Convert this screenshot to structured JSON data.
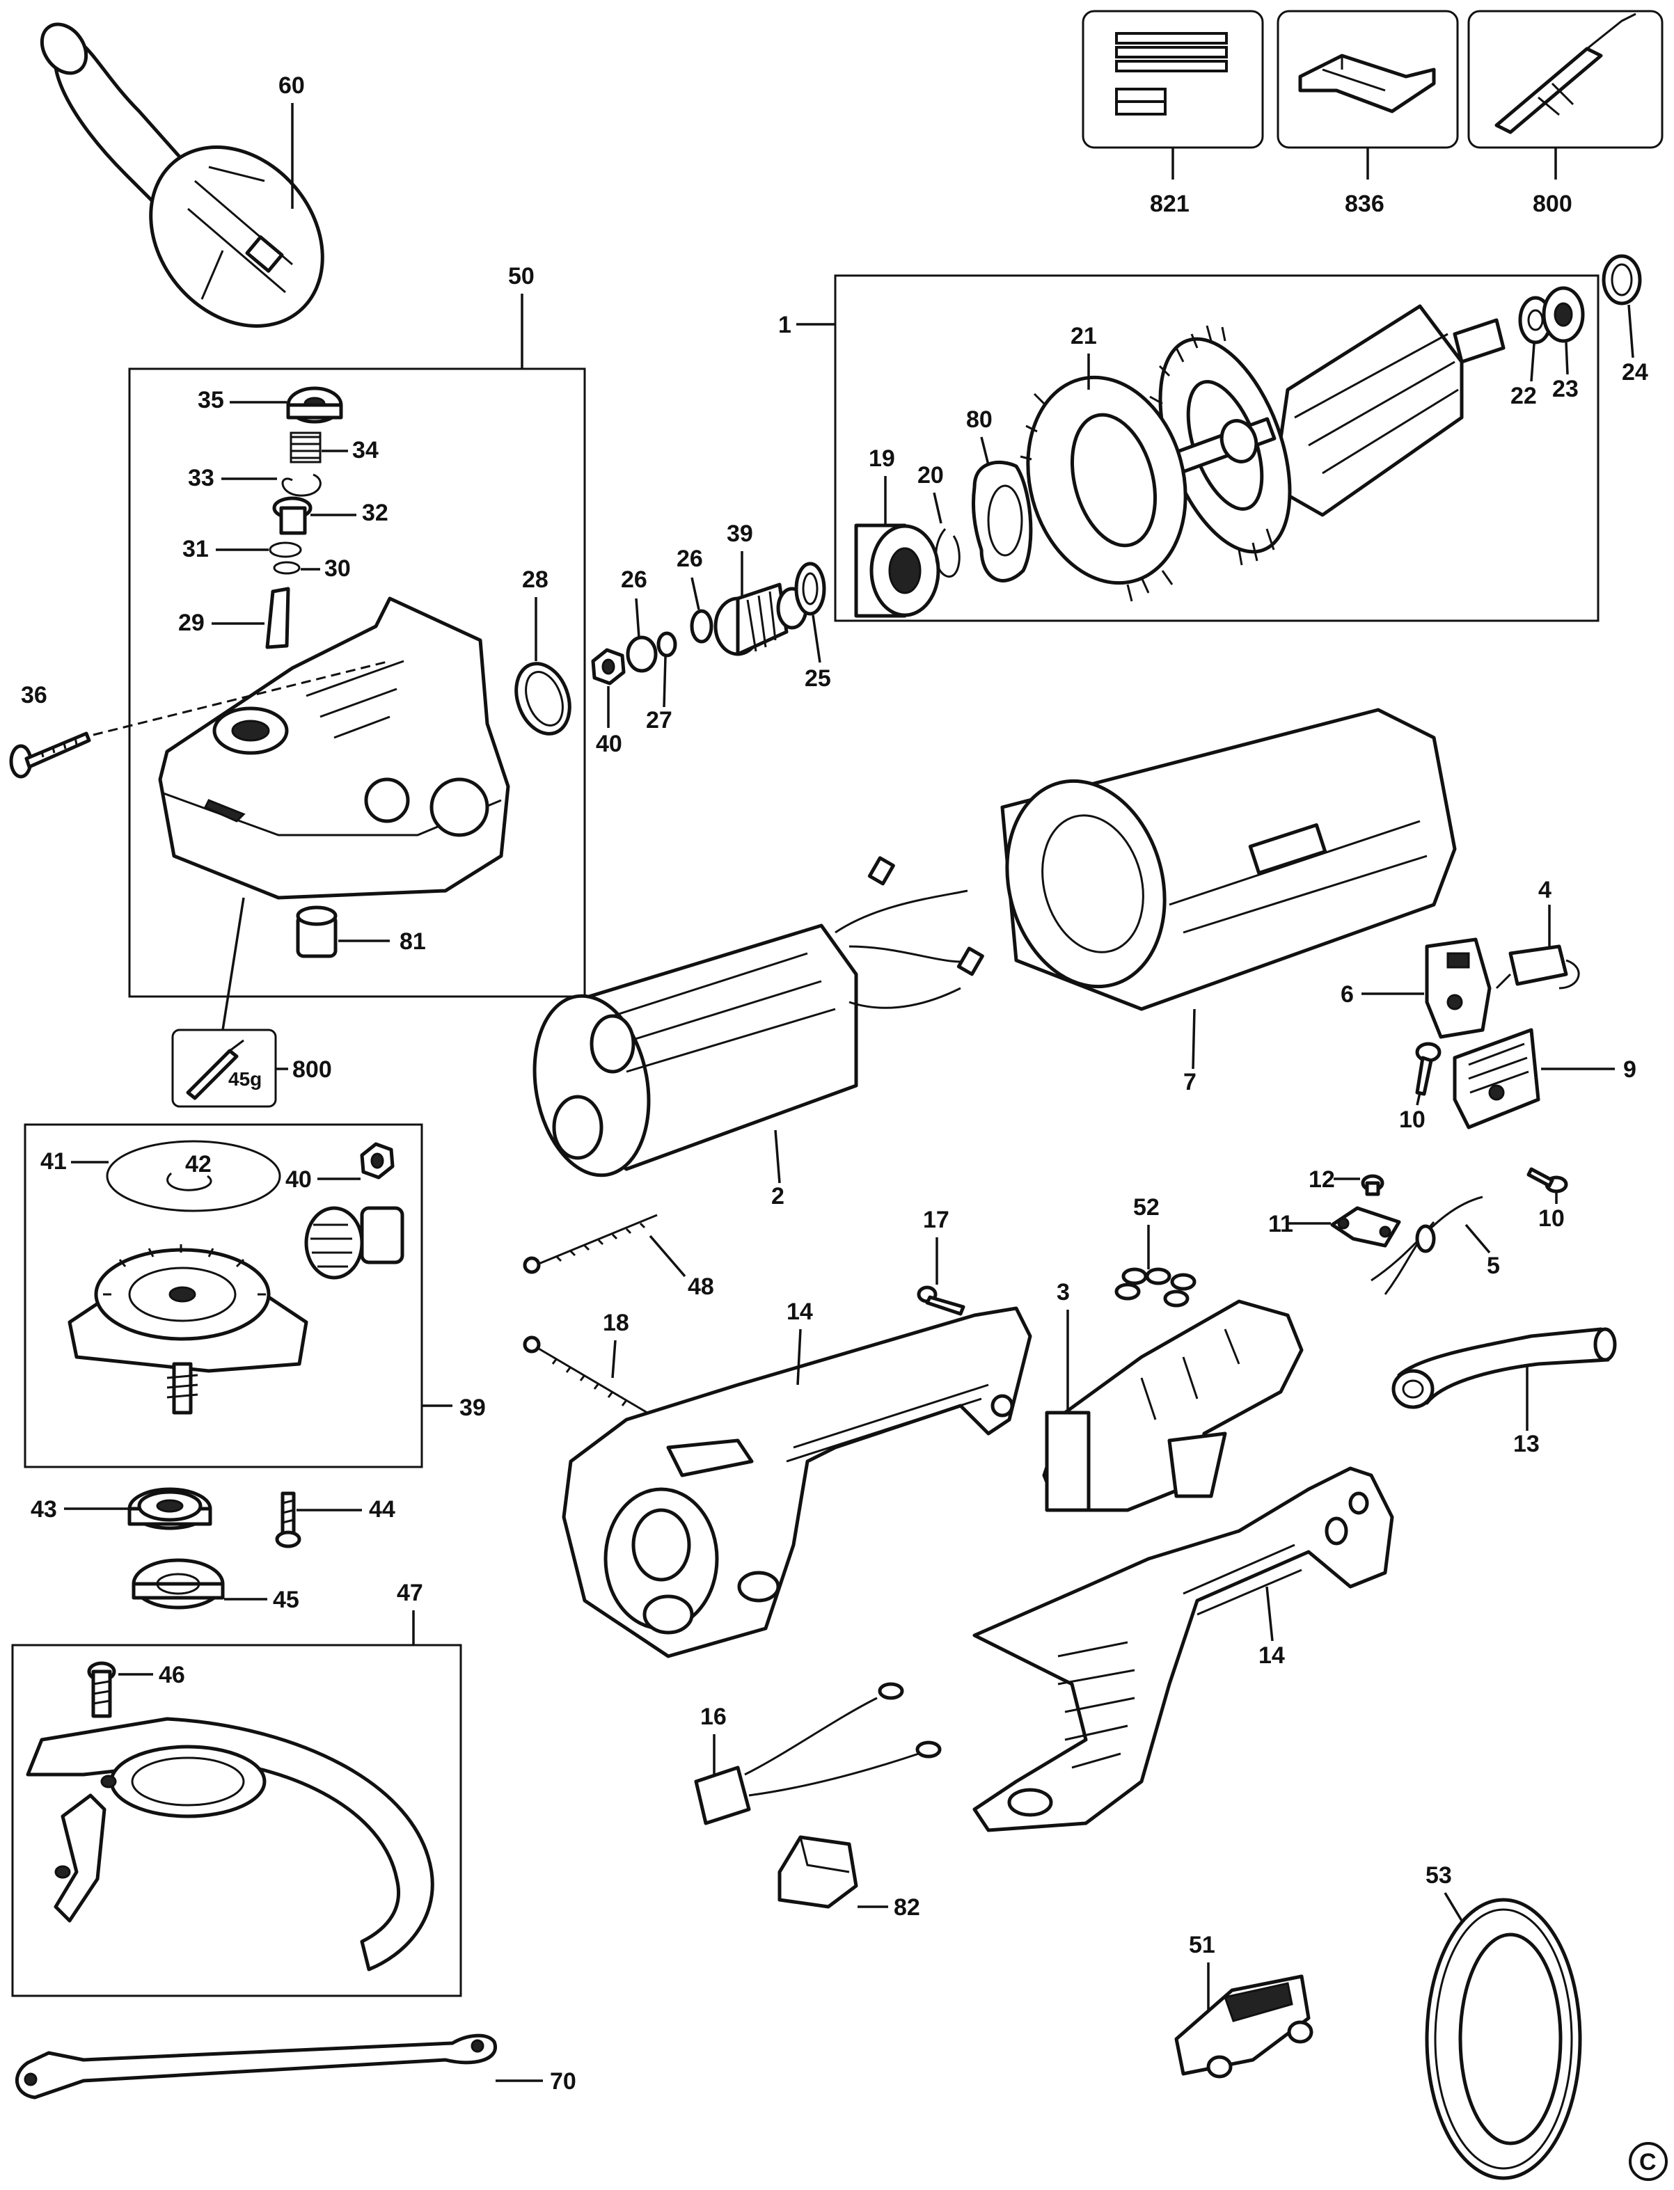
{
  "labels": {
    "l60": "60",
    "l821": "821",
    "l836": "836",
    "l800a": "800",
    "l50": "50",
    "l1": "1",
    "l24": "24",
    "l35": "35",
    "l34": "34",
    "l33": "33",
    "l32": "32",
    "l31": "31",
    "l30": "30",
    "l29": "29",
    "l28": "28",
    "l36": "36",
    "l21": "21",
    "l22": "22",
    "l23": "23",
    "l80": "80",
    "l19": "19",
    "l20": "20",
    "l39a": "39",
    "l26a": "26",
    "l26b": "26",
    "l27": "27",
    "l25": "25",
    "l40a": "40",
    "l81": "81",
    "l800b": "800",
    "l45g": "45g",
    "l4": "4",
    "l6": "6",
    "l7": "7",
    "l2": "2",
    "l9": "9",
    "l10a": "10",
    "l10b": "10",
    "l12": "12",
    "l11": "11",
    "l5": "5",
    "l41": "41",
    "l42": "42",
    "l40b": "40",
    "l39b": "39",
    "l17": "17",
    "l52": "52",
    "l48": "48",
    "l18": "18",
    "l14a": "14",
    "l3": "3",
    "l13": "13",
    "l43": "43",
    "l44": "44",
    "l45": "45",
    "l47": "47",
    "l46": "46",
    "l14b": "14",
    "l16": "16",
    "l82": "82",
    "l53": "53",
    "l51": "51",
    "l70": "70",
    "copyright": "C"
  },
  "part_icons": [
    "side-handle",
    "gear-case",
    "armature",
    "field-coil",
    "motor-housing",
    "switch",
    "brush-holder",
    "rear-handle",
    "guard",
    "flange",
    "spanner",
    "cable-sleeve"
  ]
}
